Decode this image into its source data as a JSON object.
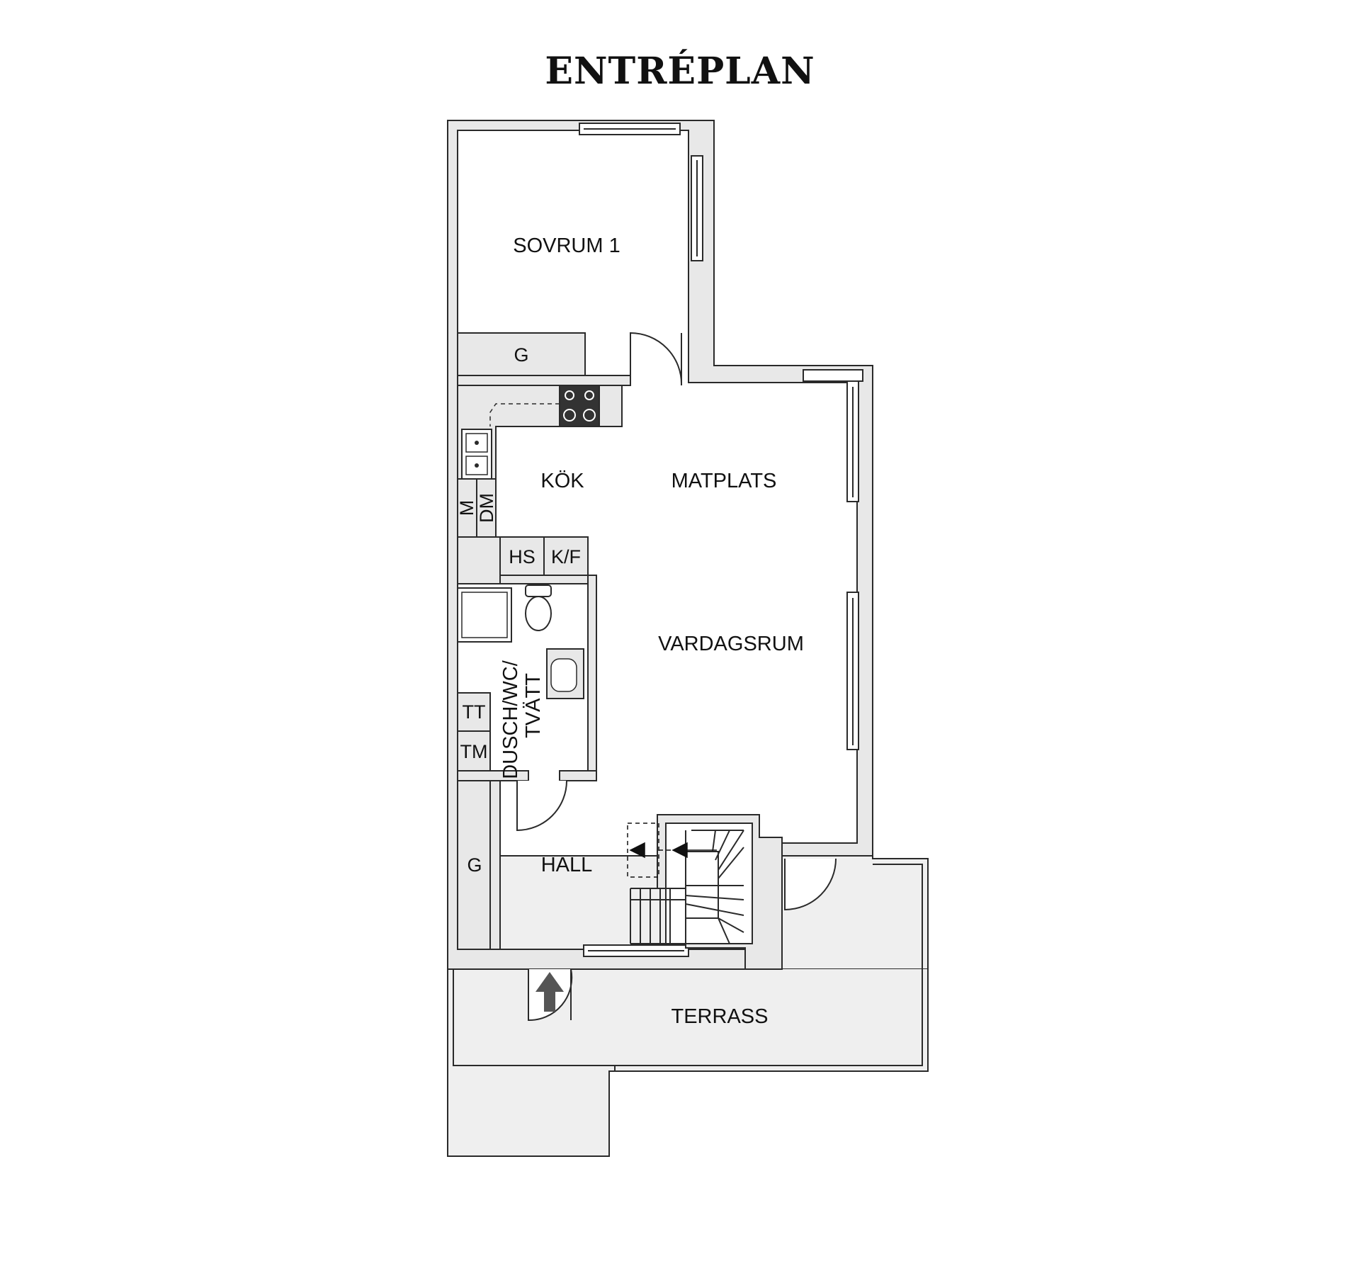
{
  "title": "ENTRÉPLAN",
  "rooms": {
    "sovrum": "SOVRUM 1",
    "kok": "KÖK",
    "matplats": "MATPLATS",
    "vardagsrum": "VARDAGSRUM",
    "dusch_line1": "DUSCH/WC/",
    "dusch_line2": "TVÄTT",
    "hall": "HALL",
    "terrass": "TERRASS"
  },
  "fixtures": {
    "wardrobe_bedroom": "G",
    "wardrobe_hall": "G",
    "microwave": "M",
    "dishwasher": "DM",
    "tall_cabinet": "HS",
    "fridge_freezer": "K/F",
    "dryer": "TT",
    "washer": "TM"
  },
  "colors": {
    "wall": "#e8e8e8",
    "outline": "#2a2a2a",
    "terrace": "#efefef",
    "stove": "#333333"
  }
}
